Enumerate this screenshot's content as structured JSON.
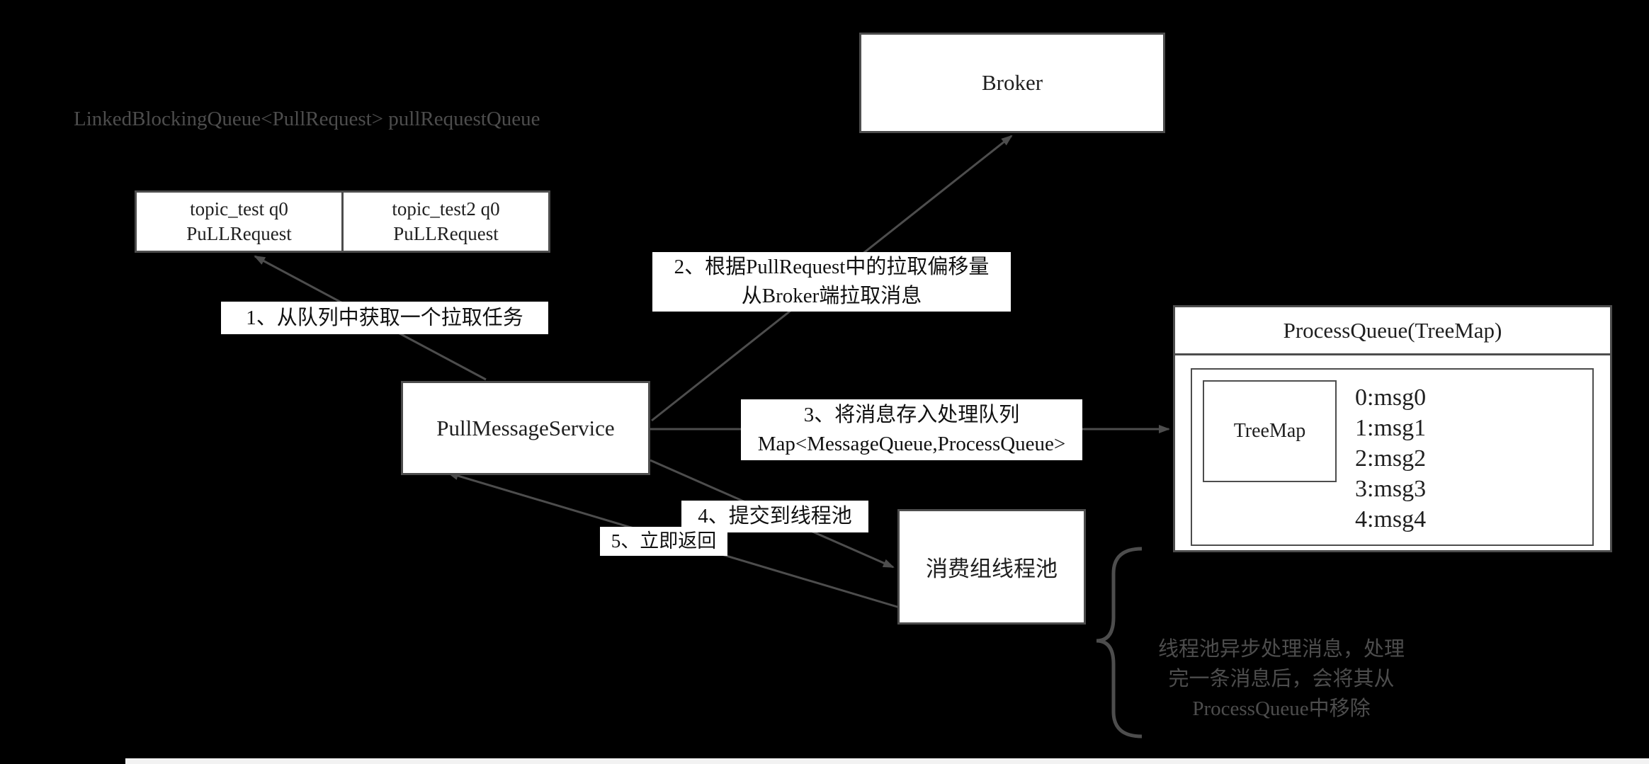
{
  "diagram": {
    "top_note": "LinkedBlockingQueue<PullRequest> pullRequestQueue",
    "broker": {
      "label": "Broker"
    },
    "pull_requests": [
      {
        "line1": "topic_test q0",
        "line2": "PuLLRequest"
      },
      {
        "line1": "topic_test2 q0",
        "line2": "PuLLRequest"
      }
    ],
    "pull_message_service": {
      "label": "PullMessageService"
    },
    "process_queue": {
      "title": "ProcessQueue(TreeMap)",
      "treemap": "TreeMap",
      "messages": [
        "0:msg0",
        "1:msg1",
        "2:msg2",
        "3:msg3",
        "4:msg4"
      ]
    },
    "consumer_pool": {
      "label": "消费组线程池"
    },
    "steps": {
      "step1": "1、从队列中获取一个拉取任务",
      "step2_line1": "2、根据PullRequest中的拉取偏移量",
      "step2_line2": "从Broker端拉取消息",
      "step3_line1": "3、将消息存入处理队列",
      "step3_line2": "Map<MessageQueue,ProcessQueue>",
      "step4": "4、提交到线程池",
      "step5": "5、立即返回"
    },
    "bottom_note": {
      "line1": "线程池异步处理消息，处理",
      "line2": "完一条消息后，会将其从",
      "line3": "ProcessQueue中移除"
    },
    "colors": {
      "background": "#000000",
      "box_fill": "#ffffff",
      "box_border": "#4d4d4d",
      "box_text": "#1f1f1f",
      "arrow": "#4d4d4d",
      "muted_text": "#4d4d4d"
    }
  }
}
